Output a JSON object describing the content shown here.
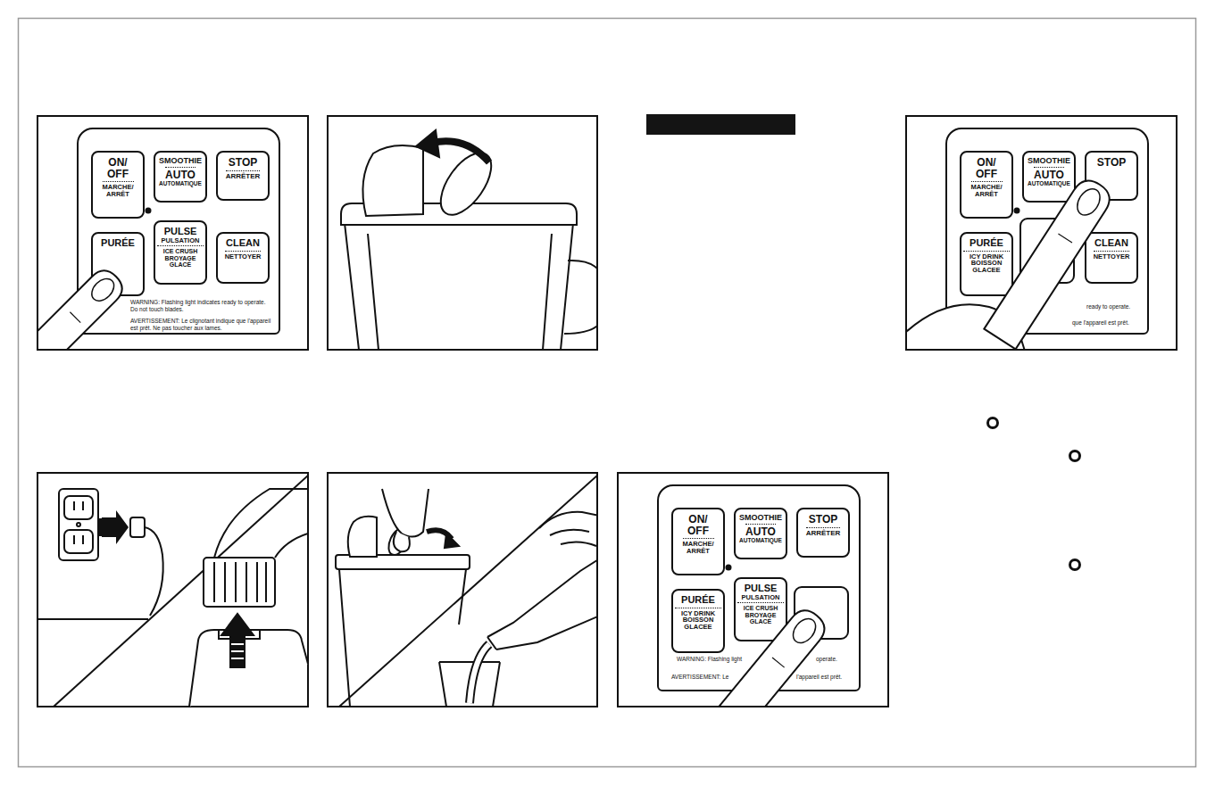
{
  "diagram": {
    "nodes": [
      {
        "text": [
          "WARNING: Flashing light indicates ready to operate. Do not touch blades.",
          "AVERTISSEMENT: Le clignotant indique que l'appareil est prêt. Ne pas toucher aux lames."
        ]
      },
      {
        "text": [
          "ON/ OFF",
          "MARCHE/ ARRÊT"
        ],
        "in": 0
      },
      {
        "text": [
          "SMOOTHIE",
          "AUTO",
          "AUTOMATIQUE"
        ],
        "in": 0
      },
      {
        "text": [
          "STOP",
          "ARRÊTER"
        ],
        "in": 0
      },
      {
        "text": [
          "PURÉE"
        ],
        "in": 0
      },
      {
        "text": [
          "PULSE",
          "PULSATION",
          "ICE CRUSH BROYAGE GLACÉ"
        ],
        "in": 0
      },
      {
        "text": [
          "CLEAN",
          "NETTOYER"
        ],
        "in": 0
      },
      {
        "text": [
          "ready to operate.",
          "que l'appareil est prêt."
        ]
      },
      {
        "text": [
          "ON/ OFF",
          "MARCHE/ ARRÊT"
        ],
        "in": 7
      },
      {
        "text": [
          "SMOOTHIE",
          "AUTO",
          "AUTOMATIQUE"
        ],
        "in": 7
      },
      {
        "text": [
          "STOP"
        ],
        "in": 7
      },
      {
        "text": [
          "PURÉE",
          "ICY DRINK BOISSON GLACEE"
        ],
        "in": 7
      },
      {
        "text": [
          "CLEAN",
          "NETTOYER"
        ],
        "in": 7
      },
      {
        "text": [
          "WARNING: Flashing light",
          "operate.",
          "AVERTISSEMENT: Le",
          "l'appareil est prêt."
        ]
      },
      {
        "text": [
          "ON/ OFF",
          "MARCHE/ ARRÊT"
        ],
        "in": 13
      },
      {
        "text": [
          "SMOOTHIE",
          "AUTO",
          "AUTOMATIQUE"
        ],
        "in": 13
      },
      {
        "text": [
          "STOP",
          "ARRÊTER"
        ],
        "in": 13
      },
      {
        "text": [
          "PURÉE",
          "ICY DRINK BOISSON GLACEE"
        ],
        "in": 13
      },
      {
        "text": [
          "PULSE",
          "PULSATION",
          "ICE CRUSH BROYAGE GLACÉ"
        ],
        "in": 13
      }
    ]
  }
}
